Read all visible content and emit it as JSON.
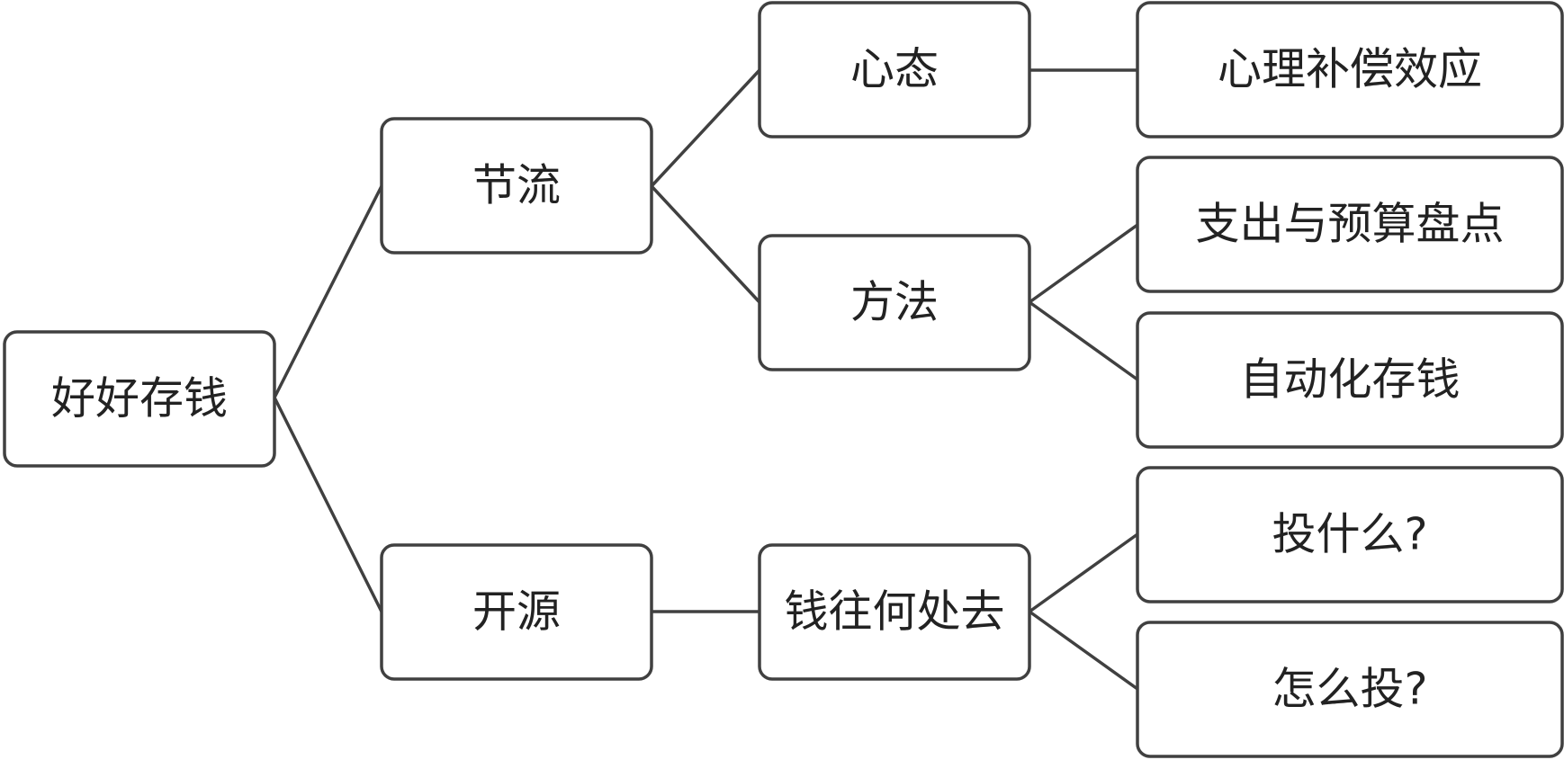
{
  "nodes": {
    "root": "好好存钱",
    "jieliu": "节流",
    "kaiyuan": "开源",
    "xintai": "心态",
    "fangfa": "方法",
    "qianwang": "钱往何处去",
    "xinli": "心理补偿效应",
    "zhichu": "支出与预算盘点",
    "zidong": "自动化存钱",
    "tou_shenme": "投什么?",
    "zenme_tou": "怎么投?"
  },
  "colors": {
    "stroke": "#404040",
    "fill": "#ffffff",
    "text": "#222222"
  }
}
